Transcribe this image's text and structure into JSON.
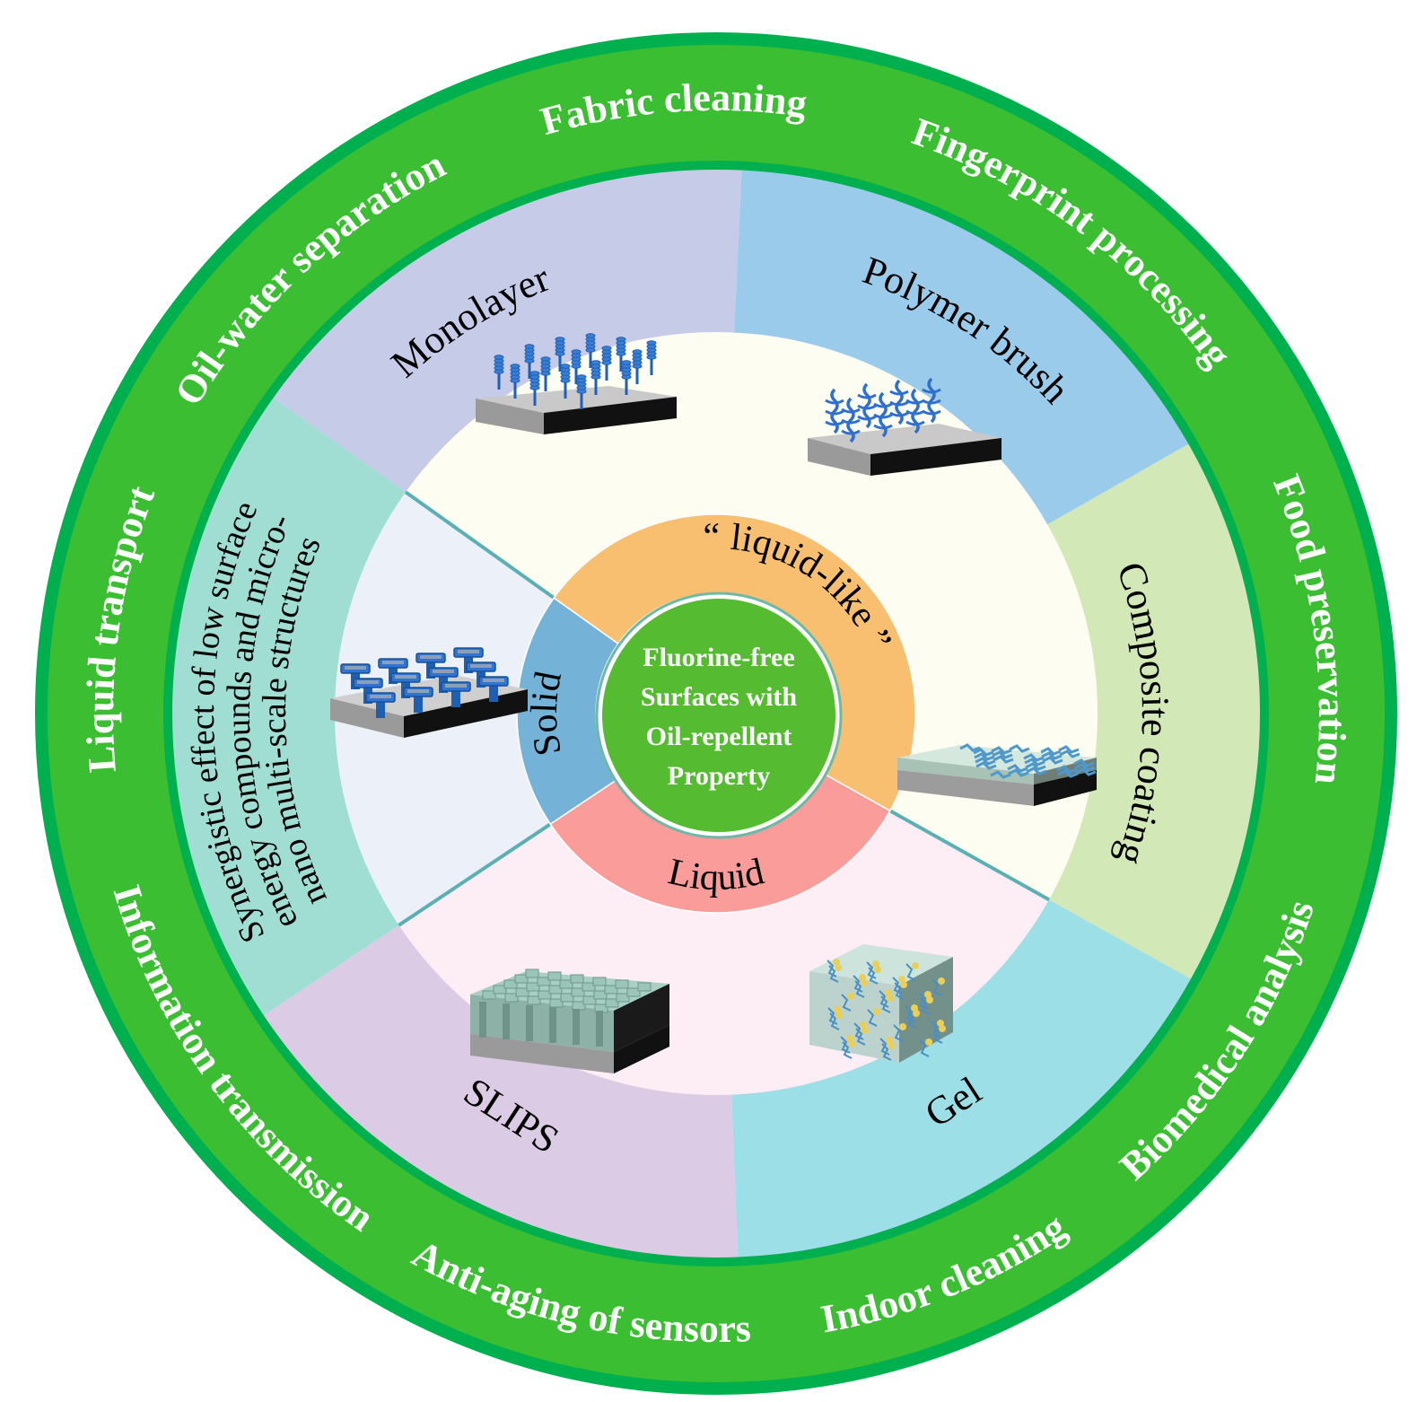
{
  "colors": {
    "outer_ring_fill": "#3cbe32",
    "outer_ring_border": "#00b04f",
    "app_text": "#ffffff",
    "monolayer": "#c6cbe8",
    "polymer_brush": "#9bcbea",
    "composite_coating": "#d3e8b7",
    "gel": "#9cdfe6",
    "slips": "#dccbe5",
    "synergistic": "#a0ddd3",
    "inner_solid": "#ecf1f9",
    "inner_liquid_like": "#fdfdf1",
    "inner_liquid": "#fdeef5",
    "divider": "#5ab0b2",
    "state_solid": "#74b3d7",
    "state_liquid_like": "#f9bf70",
    "state_liquid": "#f99c9a",
    "center_fill": "#55bb30"
  },
  "center": {
    "lines": [
      "Fluorine-free",
      "Surfaces with",
      "Oil-repellent",
      "Property"
    ]
  },
  "states": {
    "solid": "Solid",
    "liquid_like": "“ liquid-like ”",
    "liquid": "Liquid"
  },
  "surface_types": {
    "monolayer": "Monolayer",
    "polymer_brush": "Polymer brush",
    "composite_coating": "Composite coating",
    "gel": "Gel",
    "slips": "SLIPS",
    "synergistic": [
      "Synergistic effect of low surface",
      "energy compounds and micro-",
      "nano multi-scale structures"
    ]
  },
  "applications": {
    "fabric_cleaning": "Fabric cleaning",
    "fingerprint_processing": "Fingerprint processing",
    "food_preservation": "Food preservation",
    "biomedical_analysis": "Biomedical analysis",
    "indoor_cleaning": "Indoor cleaning",
    "anti_aging_sensors": "Anti-aging of sensors",
    "information_transmission": "Information transmission",
    "liquid_transport": "Liquid transport",
    "oil_water_separation": "Oil-water separation"
  },
  "illustrations": [
    {
      "name": "monolayer-illustration",
      "depicts": "substrate with grafted monolayer chains"
    },
    {
      "name": "polymer-brush-illustration",
      "depicts": "substrate with polymer brush chains"
    },
    {
      "name": "composite-coating-illustration",
      "depicts": "substrate with transparent composite coating layer"
    },
    {
      "name": "gel-illustration",
      "depicts": "gel cube with polymer network and droplets"
    },
    {
      "name": "slips-illustration",
      "depicts": "pillar array infused with lubricant"
    },
    {
      "name": "micro-nano-structure-illustration",
      "depicts": "substrate with T-shaped micro-nano pillars"
    }
  ]
}
